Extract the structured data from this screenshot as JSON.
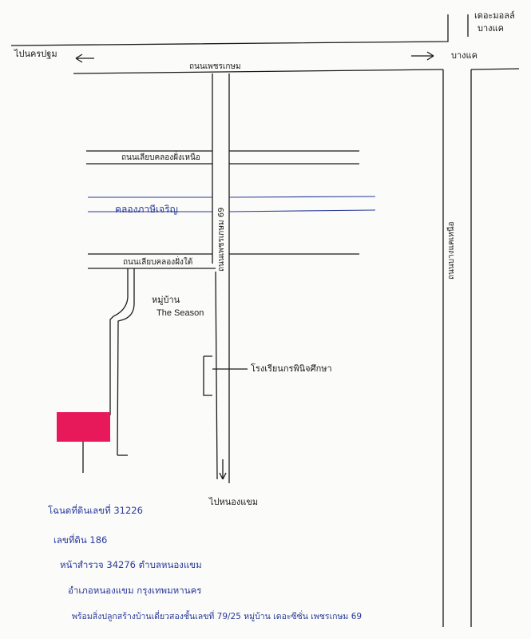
{
  "map": {
    "top_right_box": [
      "เดอะมอลล์",
      "บางแค"
    ],
    "to_left": "ไปนครปฐม",
    "to_right": "บางแค",
    "main_road": "ถนนเพชรเกษม",
    "road_upper": "ถนนเลียบคลองฝั่งเหนือ",
    "canal": "คลองภาษีเจริญ",
    "road_lower": "ถนนเลียบคลองฝั่งใต้",
    "soi": "ถนนเพชรเกษม 69",
    "right_vertical_road": "ถนนบางแคเหนือ",
    "village_line1": "หมู่บ้าน",
    "village_line2": "The Season",
    "school": "โรงเรียนกรพินิจศึกษา",
    "to_bottom": "ไปหนองแขม"
  },
  "notes": [
    "โฉนดที่ดินเลขที่ 31226",
    "เลขที่ดิน 186",
    "หน้าสำรวจ 34276 ตำบลหนองแขม",
    "อำเภอหนองแขม กรุงเทพมหานคร",
    "พร้อมสิ่งปลูกสร้างบ้านเดี่ยวสองชั้นเลขที่ 79/25 หมู่บ้าน เดอะซีซั่น เพชรเกษม 69"
  ],
  "colors": {
    "ink": "#1a1a1a",
    "blue_ink": "#2a3a9a",
    "property_marker": "#e8195a"
  }
}
